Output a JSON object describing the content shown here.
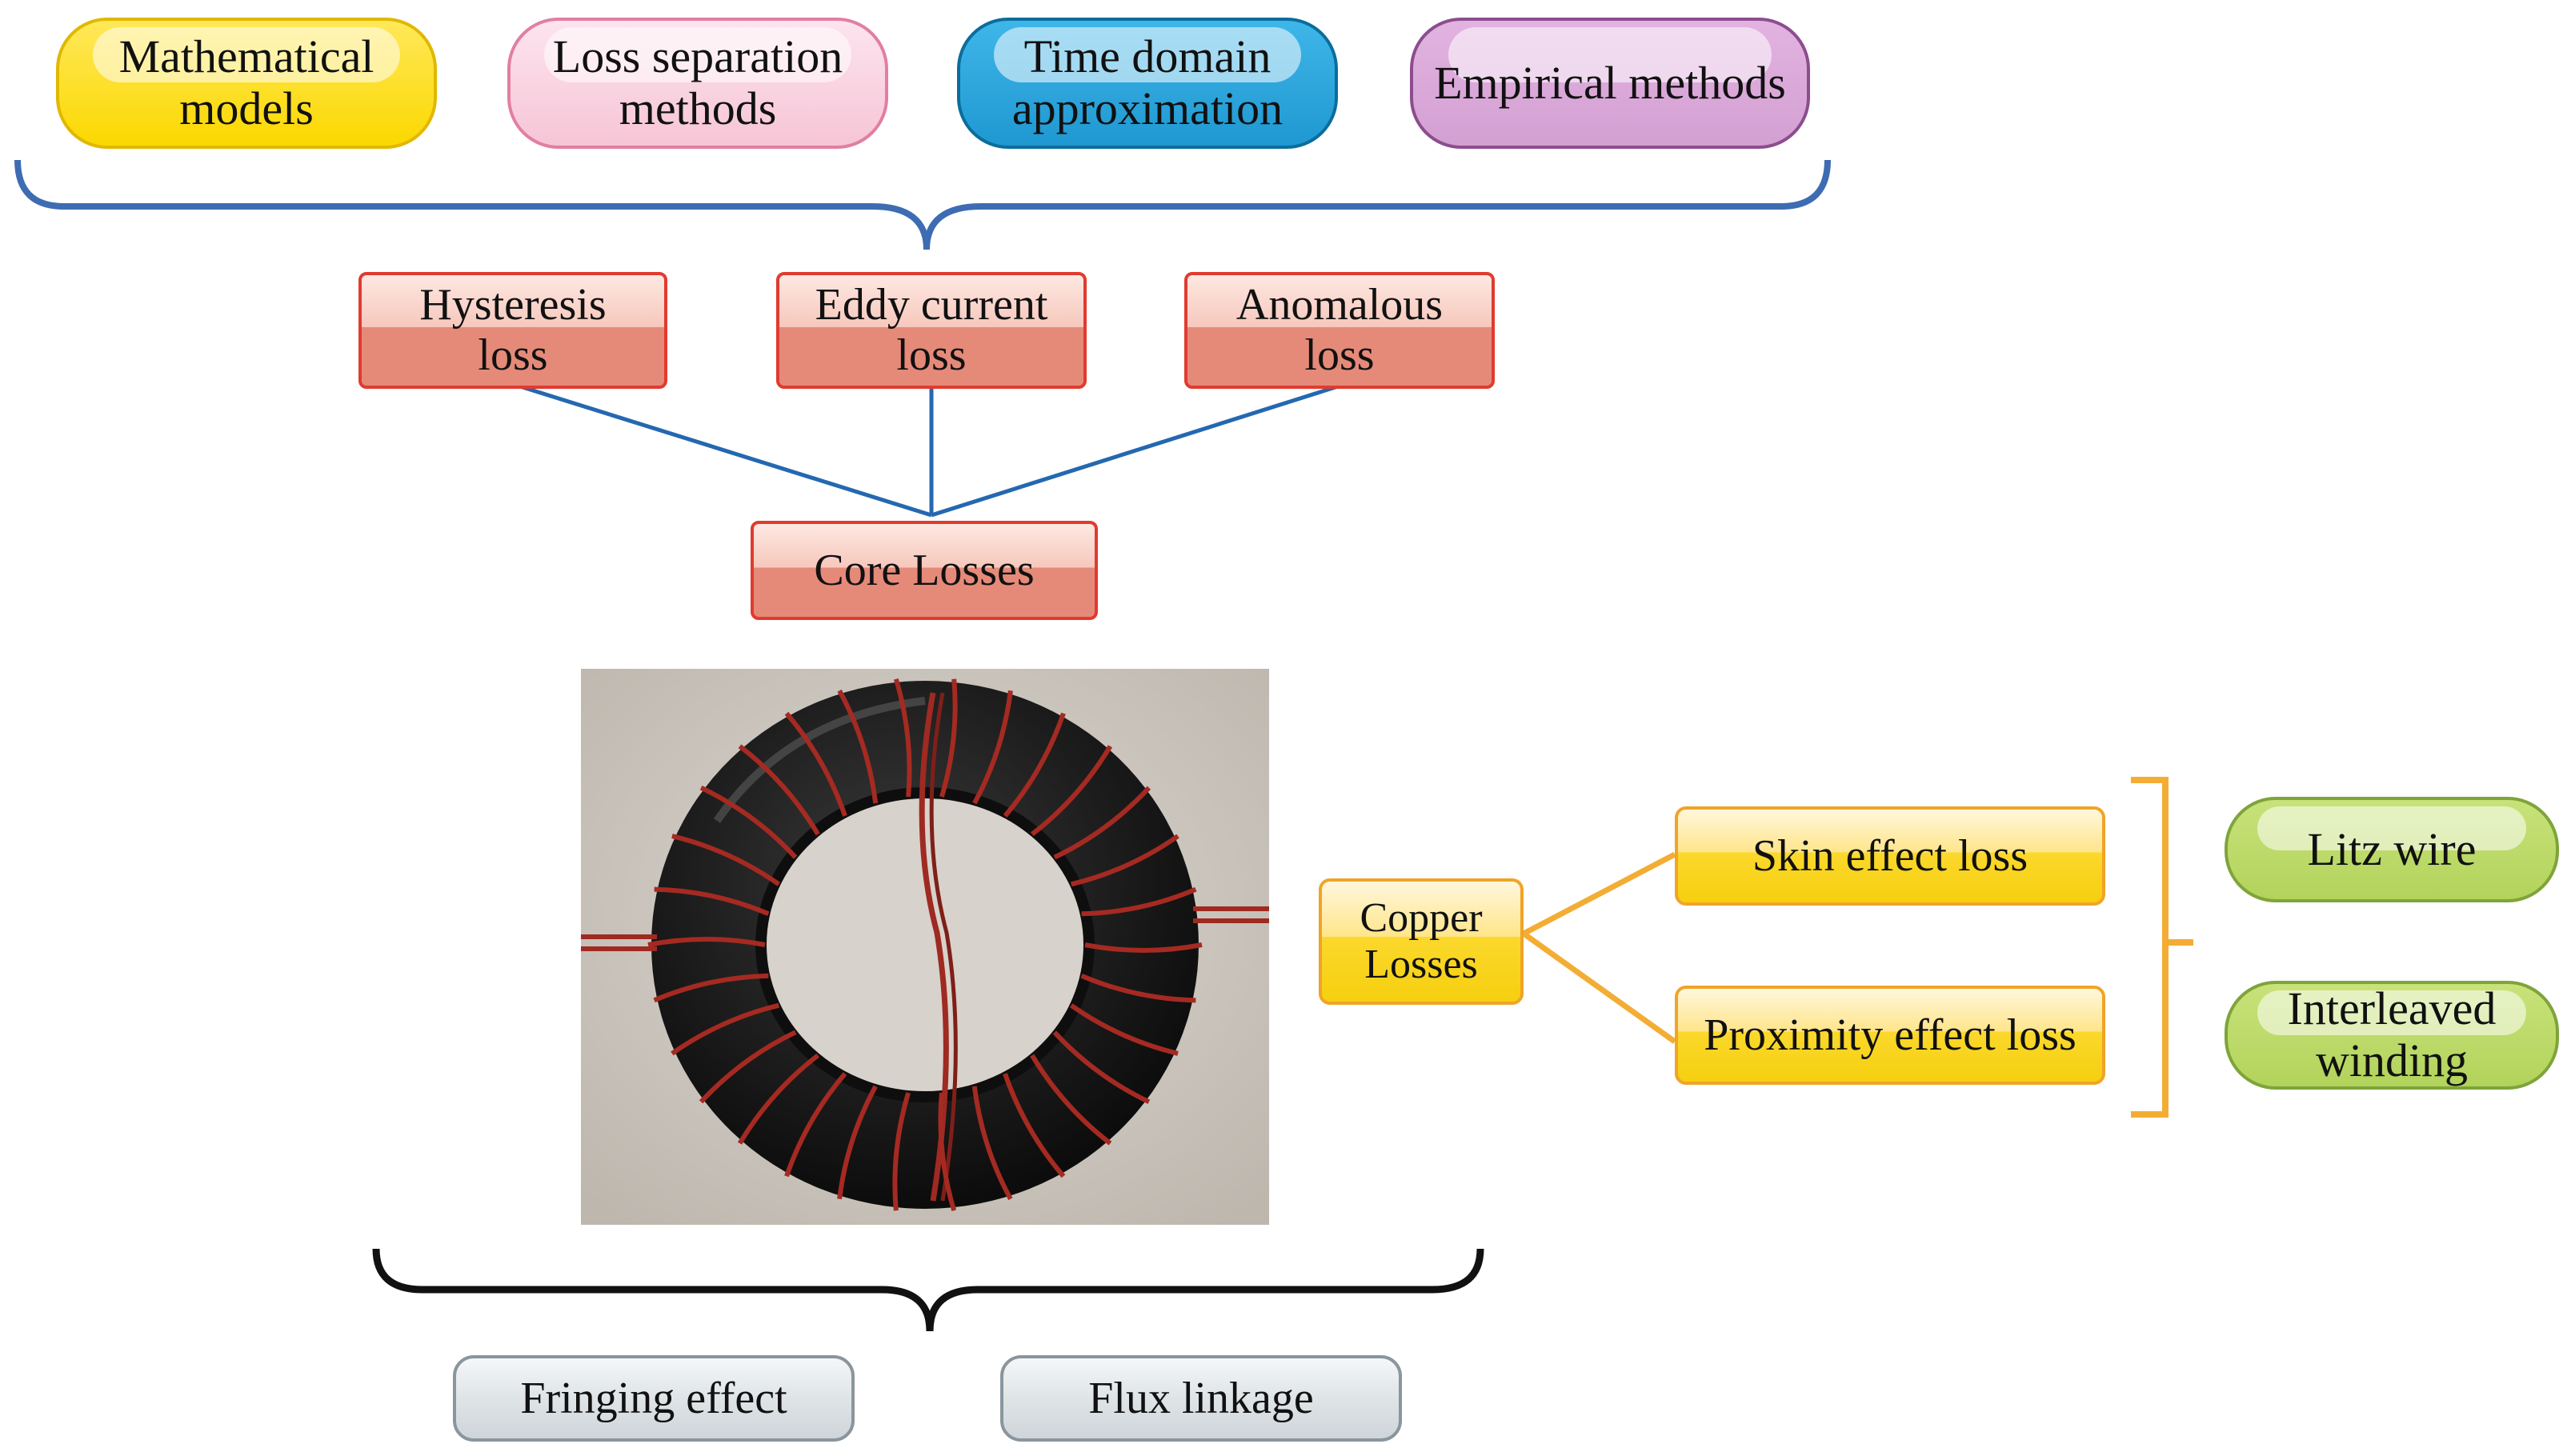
{
  "methods": [
    {
      "text": "Mathematical\nmodels",
      "color": "yellow"
    },
    {
      "text": "Loss separation\nmethods",
      "color": "pink"
    },
    {
      "text": "Time domain\napproximation",
      "color": "blue"
    },
    {
      "text": "Empirical methods",
      "color": "purple"
    }
  ],
  "core_components": [
    {
      "text": "Hysteresis\nloss"
    },
    {
      "text": "Eddy current\nloss"
    },
    {
      "text": "Anomalous\nloss"
    }
  ],
  "core_losses": {
    "text": "Core Losses"
  },
  "copper_losses": {
    "text": "Copper\nLosses"
  },
  "copper_components": [
    {
      "text": "Skin effect loss"
    },
    {
      "text": "Proximity effect loss"
    }
  ],
  "copper_solutions": [
    {
      "text": "Litz wire"
    },
    {
      "text": "Interleaved\nwinding"
    }
  ],
  "other_effects": [
    {
      "text": "Fringing effect"
    },
    {
      "text": "Flux linkage"
    }
  ],
  "colors": {
    "method_brace": "#3e6cb3",
    "core_lines": "#2468b0",
    "copper_lines": "#f3ad34",
    "bottom_brace": "#111111",
    "core_box": "#e58a79",
    "copper_box": "#fbd82c"
  },
  "image": {
    "subject": "toroidal-inductor-photo",
    "core_color": "#1b1b1b",
    "wire_color": "#9e2a22"
  }
}
